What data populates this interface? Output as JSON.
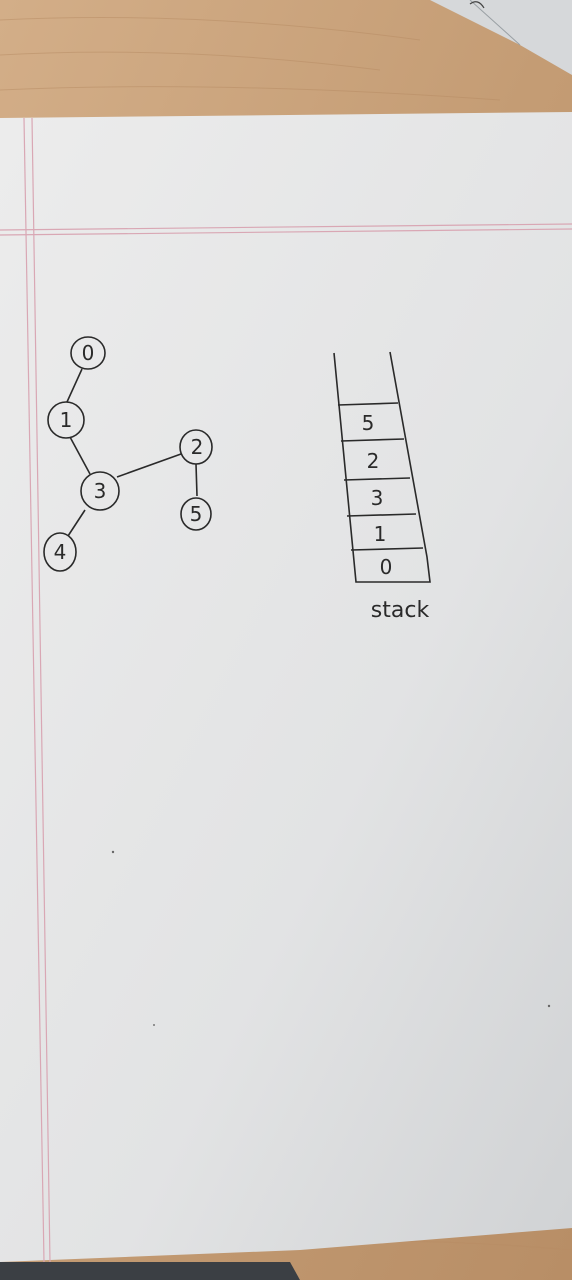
{
  "scene": {
    "description_free": true,
    "graph": {
      "nodes": [
        {
          "id": "0",
          "label": "0"
        },
        {
          "id": "1",
          "label": "1"
        },
        {
          "id": "3",
          "label": "3"
        },
        {
          "id": "2",
          "label": "2"
        },
        {
          "id": "5",
          "label": "5"
        },
        {
          "id": "4",
          "label": "4"
        }
      ],
      "edges": [
        [
          "0",
          "1"
        ],
        [
          "1",
          "3"
        ],
        [
          "3",
          "2"
        ],
        [
          "2",
          "5"
        ],
        [
          "3",
          "4"
        ]
      ]
    },
    "stack": {
      "cells": [
        "5",
        "2",
        "3",
        "1",
        "0"
      ],
      "caption": "stack"
    },
    "colors": {
      "paper": "#e4e5e6",
      "wood": "#c9a27c",
      "ink": "#2a2a2a",
      "margin_line": "#d9a7b4"
    }
  }
}
